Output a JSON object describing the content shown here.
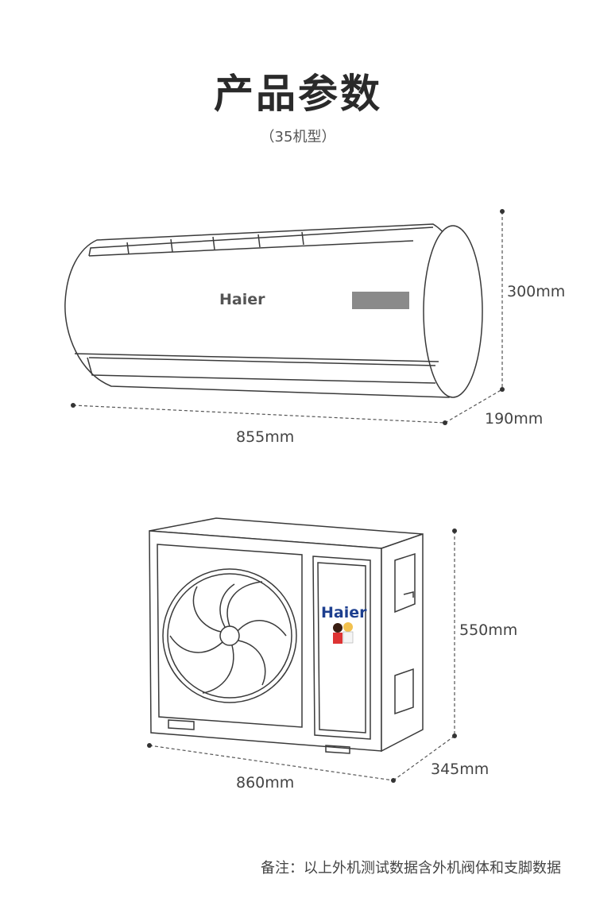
{
  "header": {
    "title": "产品参数",
    "subtitle": "（35机型）"
  },
  "indoor_unit": {
    "brand": "Haier",
    "dimensions": {
      "width": "855mm",
      "height": "300mm",
      "depth": "190mm"
    }
  },
  "outdoor_unit": {
    "brand": "Haier",
    "dimensions": {
      "width": "860mm",
      "height": "550mm",
      "depth": "345mm"
    }
  },
  "footer": {
    "note": "备注：以上外机测试数据含外机阀体和支脚数据"
  },
  "colors": {
    "line": "#3a3a3a",
    "dim_line": "#555555",
    "brand_indoor": "#555555",
    "brand_outdoor": "#1d3f8f",
    "display_panel": "#8a8a8a"
  }
}
